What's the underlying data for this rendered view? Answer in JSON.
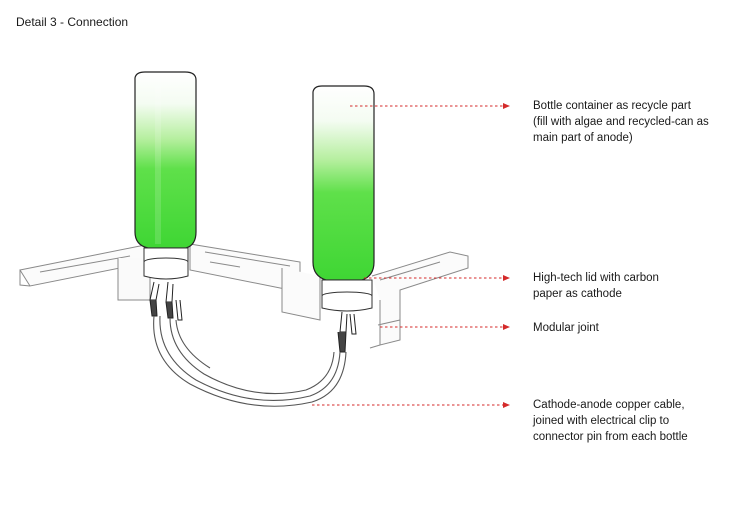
{
  "title": "Detail 3 - Connection",
  "colors": {
    "algae_green": "#4CDB3E",
    "leader_line": "#D42A2A",
    "sketch_line": "#6f6f6f"
  },
  "callouts": {
    "bottle": {
      "lines": [
        "Bottle container as recycle part",
        "(fill with algae and recycled-can as",
        "main part of anode)"
      ]
    },
    "lid": {
      "lines": [
        "High-tech lid with carbon",
        "paper as cathode"
      ]
    },
    "joint": {
      "lines": [
        "Modular joint"
      ]
    },
    "cable": {
      "lines": [
        "Cathode-anode copper cable,",
        "joined with electrical clip to",
        "connector pin from each bottle"
      ]
    }
  }
}
